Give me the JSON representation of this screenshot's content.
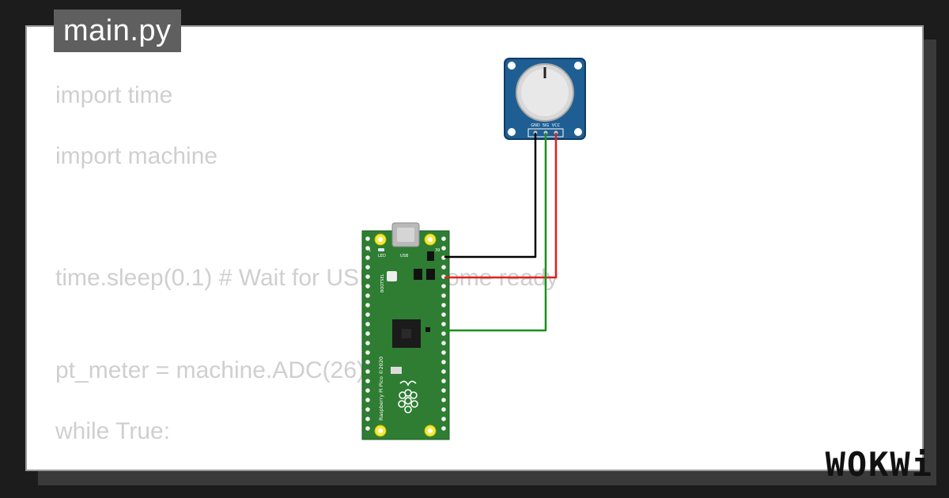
{
  "editor": {
    "filename": "main.py",
    "code_lines": [
      "import time",
      "import machine",
      "",
      "time.sleep(0.1) # Wait for USB to become ready",
      "",
      "pt_meter = machine.ADC(26)",
      "while True:"
    ]
  },
  "board": {
    "name": "Raspberry Pi Pico ©2020",
    "label_led": "LED",
    "label_usb": "USB",
    "label_bootsel": "BOOTSEL",
    "pin_left_top": "1",
    "pin_right_top": "39"
  },
  "potentiometer": {
    "pin_gnd": "GND",
    "pin_sig": "SIG",
    "pin_vcc": "VCC"
  },
  "wires": {
    "gnd_color": "#000000",
    "vcc_color": "#e0201c",
    "sig_color": "#1a8f1a"
  },
  "brand": {
    "logo_text": "WOKWi"
  }
}
